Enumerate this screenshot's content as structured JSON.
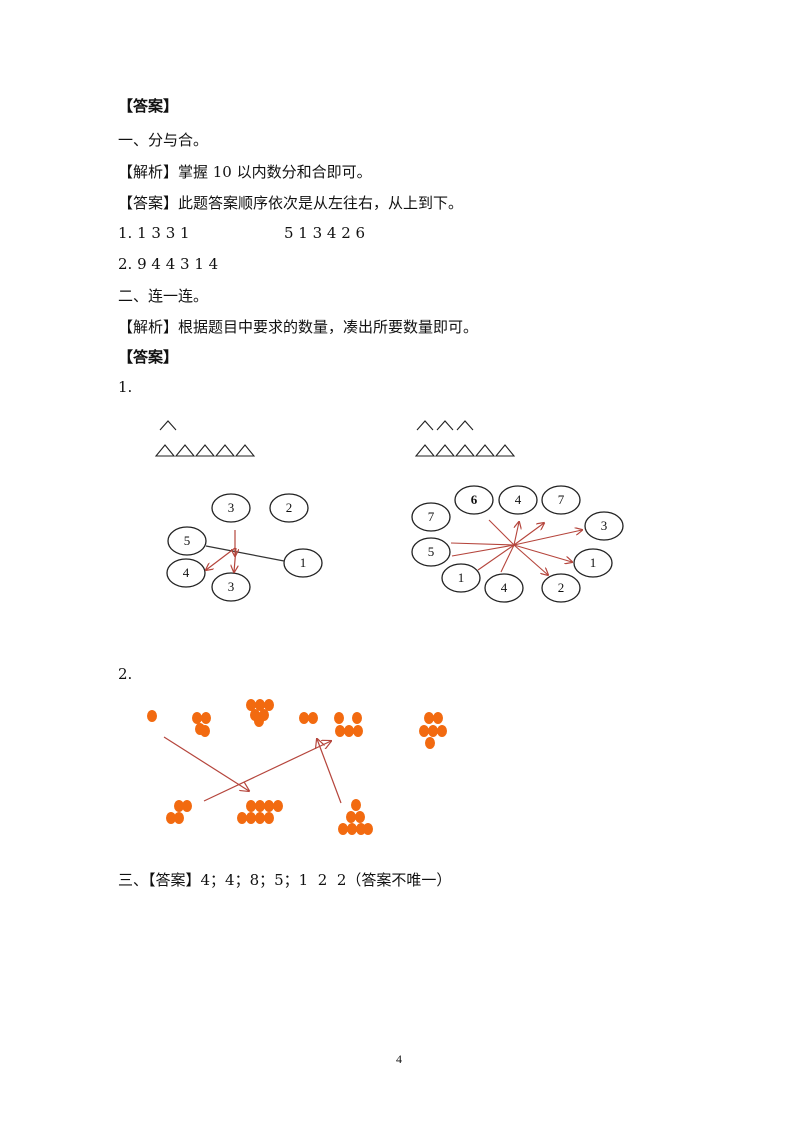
{
  "lines": {
    "l1": "【答案】",
    "l2": "一、分与合。",
    "l3": "【解析】掌握 10 以内数分和合即可。",
    "l4": "【答案】此题答案顺序依次是从左往右，从上到下。",
    "l5a": "1. 1 3 3 1",
    "l5b": "5 1 3 4 2 6",
    "l6": "2. 9 4 4 3 1 4",
    "l7": "二、连一连。",
    "l8": "【解析】根据题目中要求的数量，凑出所要数量即可。",
    "l9": "【答案】",
    "l10": "1.",
    "l11": "2.",
    "l12": "三、【答案】4；4；8；5；1  2  2（答案不唯一）"
  },
  "figure1": {
    "left_circles": [
      "3",
      "2",
      "5",
      "1",
      "4",
      "3"
    ],
    "right_circles": [
      "6",
      "4",
      "7",
      "7",
      "3",
      "5",
      "1",
      "1",
      "4",
      "2"
    ]
  },
  "colors": {
    "arrow": "#b5453c",
    "dot": "#f26a10",
    "text": "#111111"
  },
  "page_number": "4"
}
